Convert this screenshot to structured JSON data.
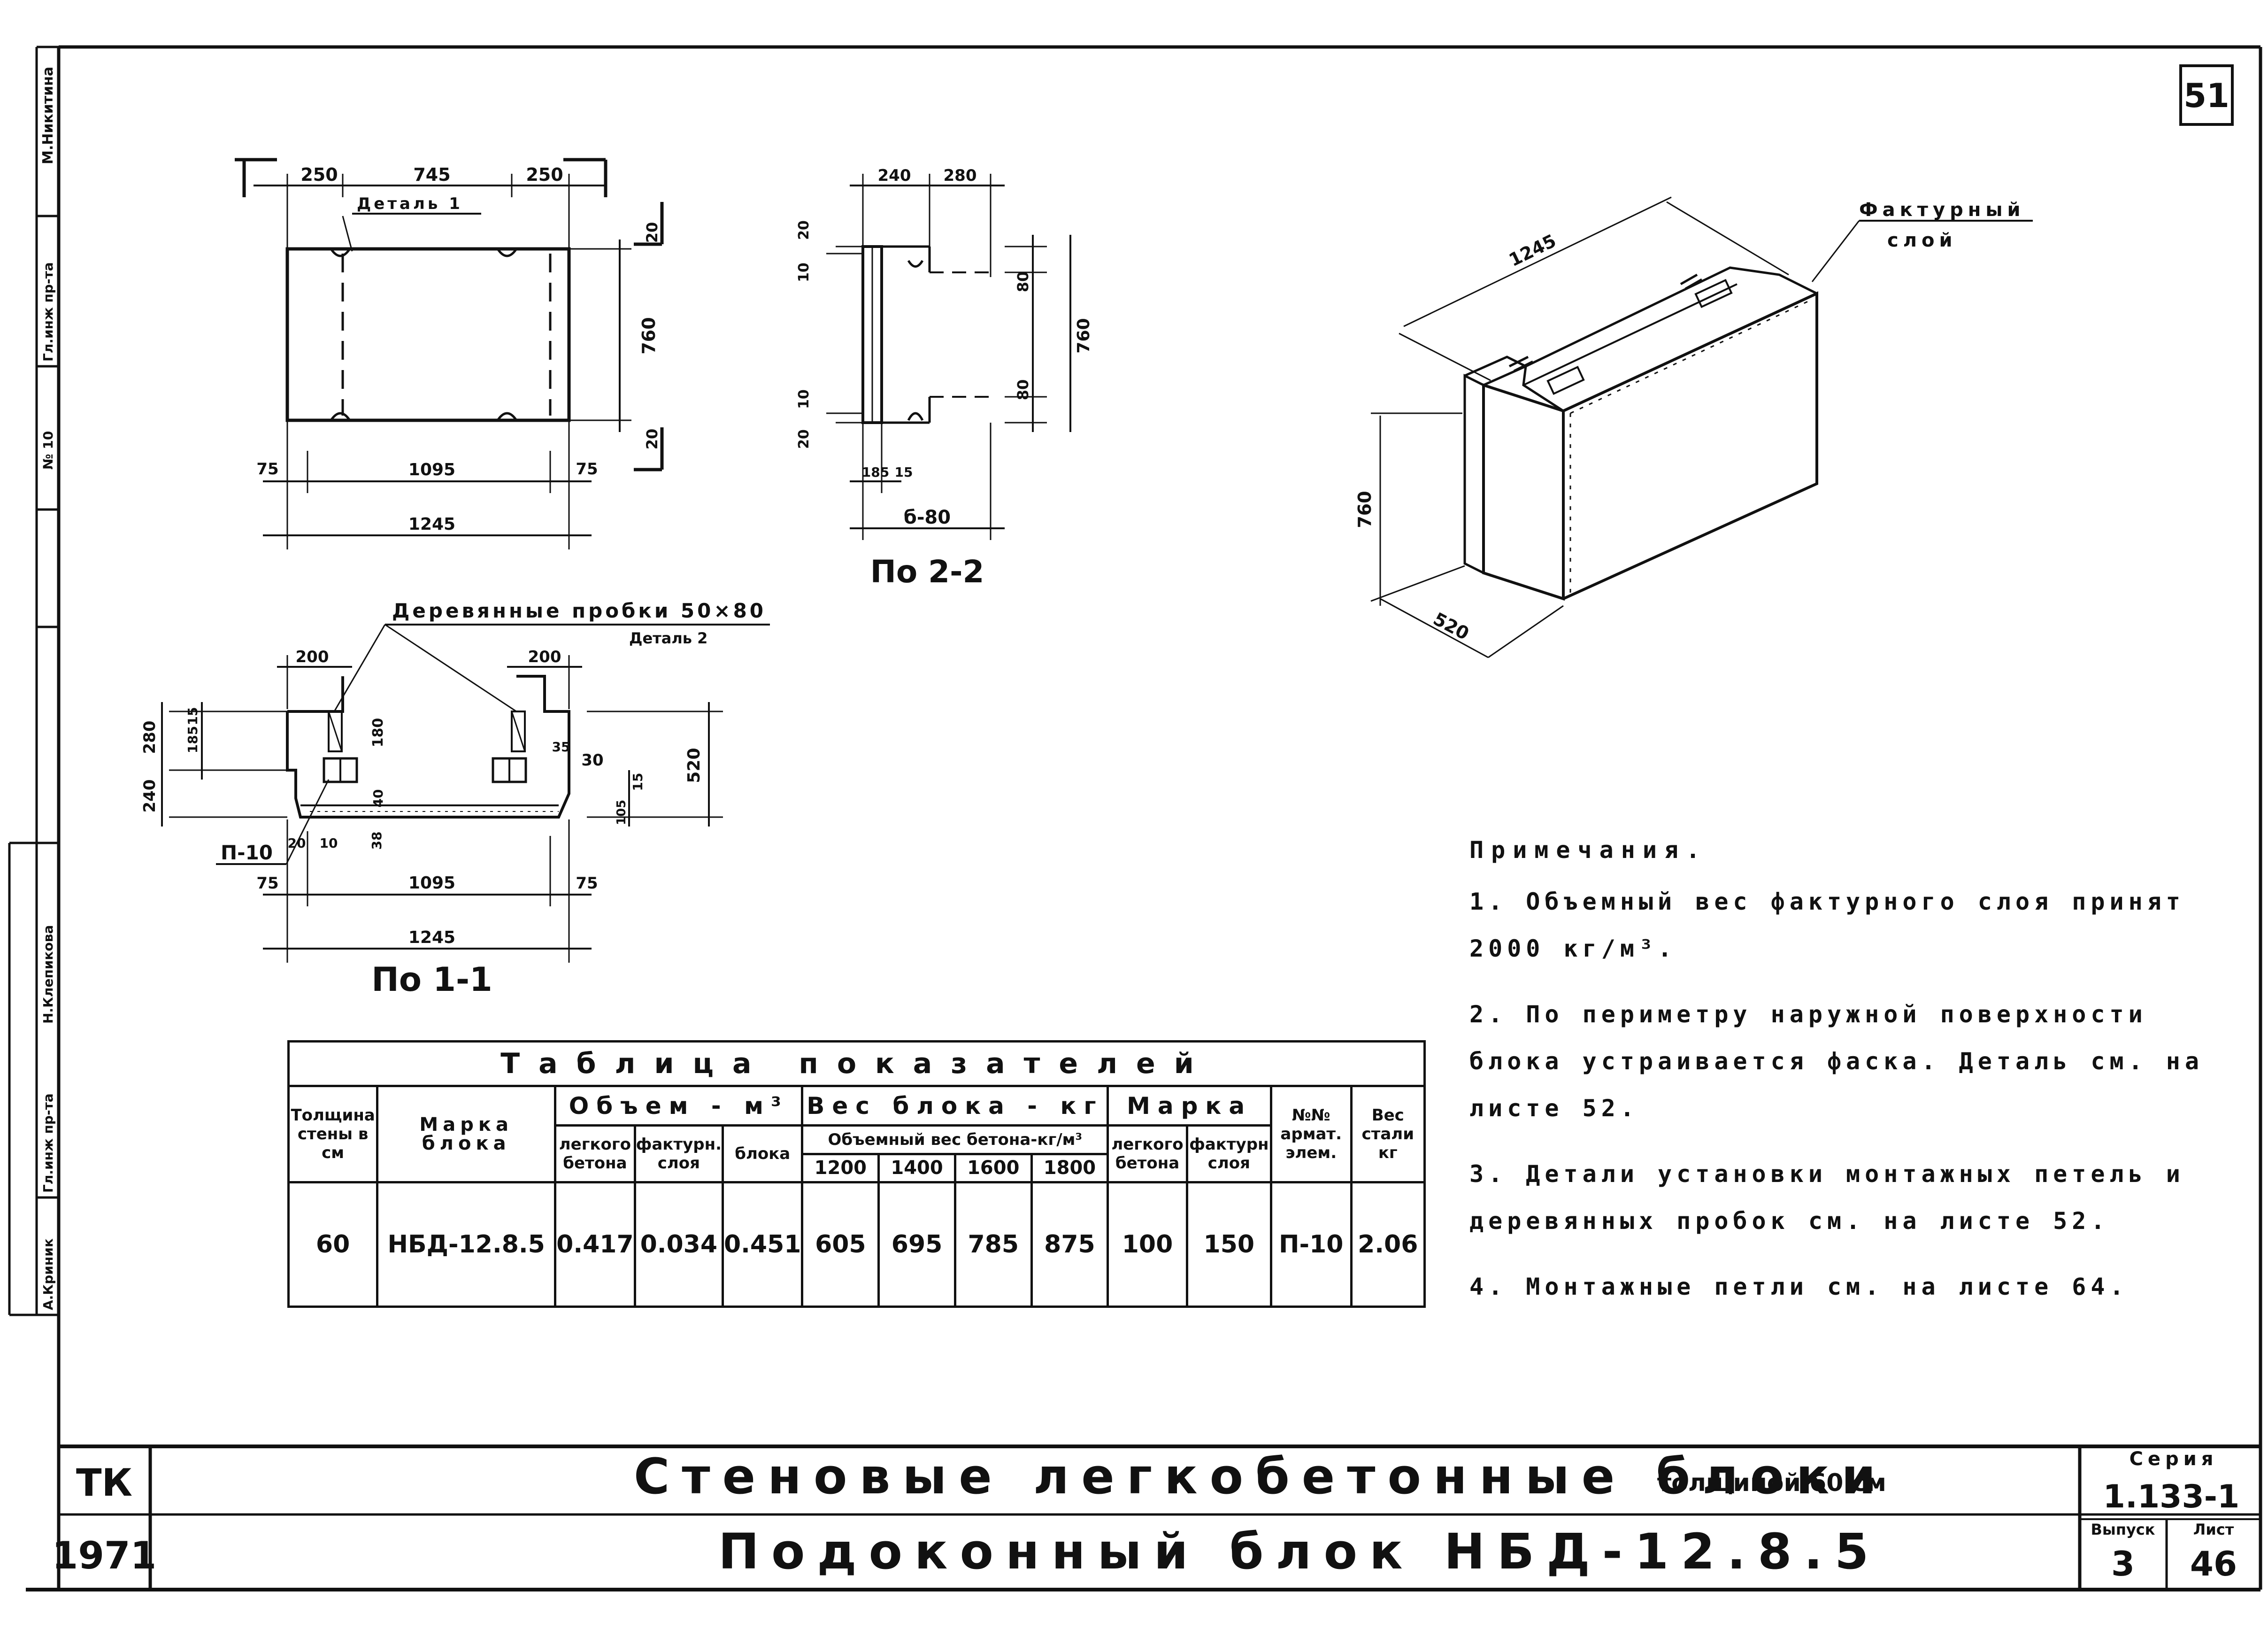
{
  "sheet_number": "51",
  "side_stamp": {
    "items": [
      "М.Никитина",
      "Гл.инж пр-та",
      "№ 10",
      "Н.Клепикова",
      "Гл.инж пр-та",
      "А.Криник"
    ]
  },
  "plan_view": {
    "dims_top": [
      "250",
      "745",
      "250"
    ],
    "label_detail1": "Деталь 1",
    "dim_height": "760",
    "dim_mark_20": "20",
    "dims_bottom": [
      "75",
      "1095",
      "75"
    ],
    "dim_total": "1245"
  },
  "section_22": {
    "title": "По 2-2",
    "dims_top": [
      "240",
      "280"
    ],
    "dims_right": [
      "80",
      "80"
    ],
    "dim_height": "760",
    "dims_left_top": [
      "20",
      "10"
    ],
    "dims_left_bottom": [
      "20",
      "10"
    ],
    "dims_bottom": [
      "185",
      "15"
    ],
    "dim_b80": "б-80"
  },
  "section_11": {
    "title": "По 1-1",
    "label_plugs": "Деревянные пробки 50×80",
    "label_detail2": "Деталь 2",
    "dims_top": [
      "200",
      "200"
    ],
    "dims_left": [
      "15",
      "185",
      "280",
      "240"
    ],
    "dims_mid": [
      "180",
      "35",
      "30",
      "40",
      "105",
      "15",
      "38",
      "20",
      "10"
    ],
    "dim_height": "520",
    "label_p10": "П-10",
    "dims_bottom": [
      "75",
      "1095",
      "75"
    ],
    "dim_total": "1245"
  },
  "isometric": {
    "label_layer": "Фактурный\nслой",
    "dim_length": "1245",
    "dim_height": "760",
    "dim_width": "520"
  },
  "table": {
    "caption": "Таблица показателей",
    "headers": {
      "thickness": "Толщина стены в см",
      "mark": "Марка блока",
      "volume": "Объем - м³",
      "vol_light": "легкого бетона",
      "vol_textured": "фактурн. слоя",
      "vol_block": "блока",
      "weight": "Вес блока - кг",
      "weight_sub": "Объемный вес бетона-кг/м³",
      "w1200": "1200",
      "w1400": "1400",
      "w1600": "1600",
      "w1800": "1800",
      "grade": "Марка",
      "grade_light": "легкого бетона",
      "grade_textured": "фактурн слоя",
      "rebar": "№№ армат. элем.",
      "steel": "Вес стали кг"
    },
    "row": [
      "60",
      "НБД-12.8.5",
      "0.417",
      "0.034",
      "0.451",
      "605",
      "695",
      "785",
      "875",
      "100",
      "150",
      "П-10",
      "2.06"
    ]
  },
  "notes": {
    "heading": "Примечания.",
    "items": [
      "1. Объемный вес фактурного слоя принят 2000 кг/м³.",
      "2. По периметру наружной поверхности блока устраивается фаска. Деталь см. на листе 52.",
      "3. Детали установки монтажных петель и деревянных пробок см. на листе 52.",
      "4. Монтажные петли см. на листе 64."
    ]
  },
  "title_block": {
    "code": "ТК",
    "year": "1971",
    "title_main": "Стеновые легкобетонные блоки",
    "title_suffix": "толщиной 60 см",
    "subtitle": "Подоконный блок НБД-12.8.5",
    "series_label": "Серия",
    "series_value": "1.133-1",
    "issue_label": "Выпуск",
    "issue_value": "3",
    "sheet_label": "Лист",
    "sheet_value": "46"
  }
}
